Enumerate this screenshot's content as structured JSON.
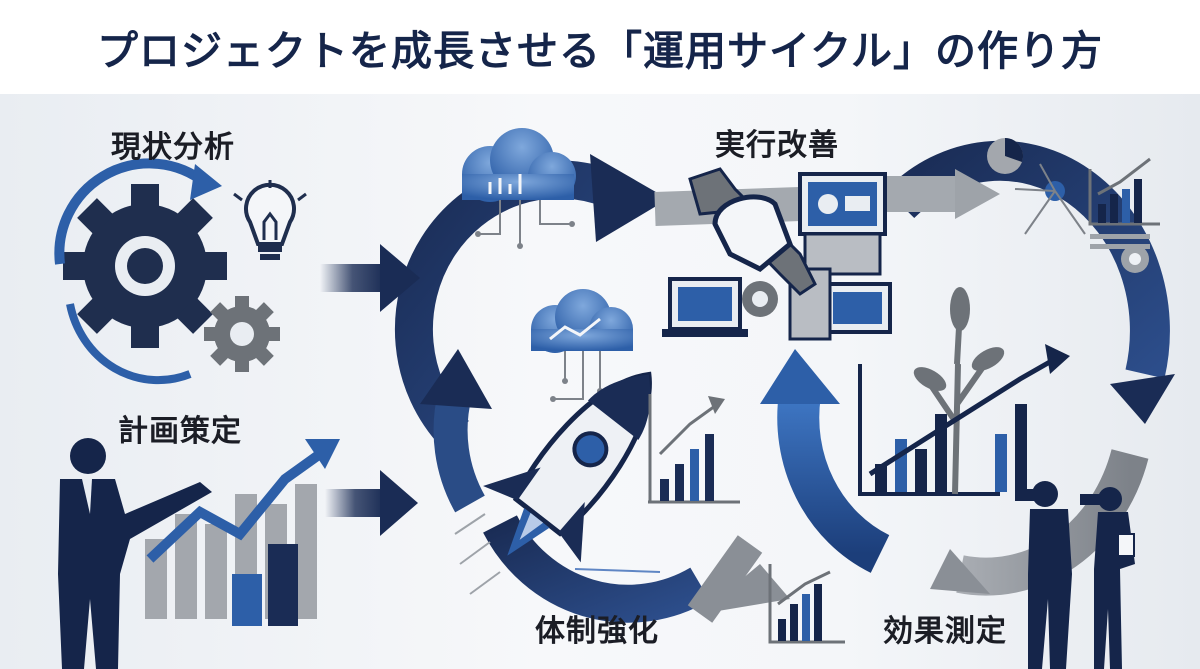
{
  "title": "プロジェクトを成長させる「運用サイクル」の作り方",
  "steps": {
    "analysis": "現状分析",
    "planning": "計画策定",
    "execution": "実行改善",
    "strengthen": "体制強化",
    "measurement": "効果測定"
  },
  "colors": {
    "navy": "#15254a",
    "blue": "#2d5fa8",
    "gray": "#8a8f96",
    "light_gray": "#b9bdc3"
  },
  "icons": [
    "gear-icon",
    "lightbulb-icon",
    "cloud-icon",
    "rocket-icon",
    "wrench-hand-icon",
    "monitor-icon",
    "pie-chart-icon",
    "bar-chart-icon",
    "tree-icon",
    "businessman-icon",
    "binoculars-people-icon"
  ]
}
